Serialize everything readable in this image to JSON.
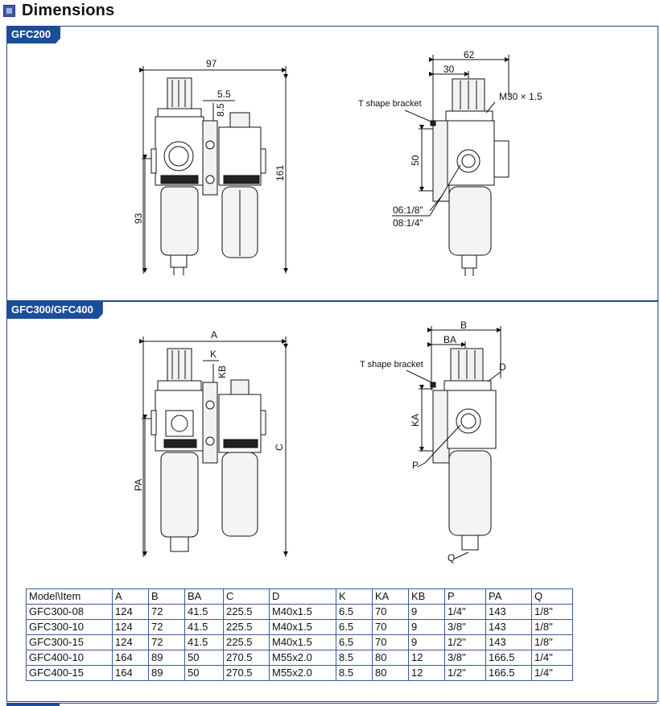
{
  "header": {
    "title": "Dimensions"
  },
  "sections": {
    "gfc200": {
      "label": "GFC200",
      "dims": {
        "width": "97",
        "k": "5.5",
        "kb": "8.5",
        "height": "161",
        "pa": "93",
        "side_b": "62",
        "side_ba": "30",
        "thread": "M30 × 1.5",
        "bracket": "T shape bracket",
        "ka": "50",
        "port1": "06:1/8\"",
        "port2": "08:1/4\""
      }
    },
    "gfc300": {
      "label": "GFC300/GFC400",
      "dims": {
        "width": "A",
        "k": "K",
        "kb": "KB",
        "height": "C",
        "pa": "PA",
        "side_b": "B",
        "side_ba": "BA",
        "thread": "D",
        "bracket": "T shape bracket",
        "ka": "KA",
        "p": "P",
        "q": "Q"
      }
    }
  },
  "table": {
    "headers": [
      "Model\\Item",
      "A",
      "B",
      "BA",
      "C",
      "D",
      "K",
      "KA",
      "KB",
      "P",
      "PA",
      "Q"
    ],
    "rows": [
      [
        "GFC300-08",
        "124",
        "72",
        "41.5",
        "225.5",
        "M40x1.5",
        "6.5",
        "70",
        "9",
        "1/4\"",
        "143",
        "1/8\""
      ],
      [
        "GFC300-10",
        "124",
        "72",
        "41.5",
        "225.5",
        "M40x1.5",
        "6.5",
        "70",
        "9",
        "3/8\"",
        "143",
        "1/8\""
      ],
      [
        "GFC300-15",
        "124",
        "72",
        "41.5",
        "225.5",
        "M40x1.5",
        "6.5",
        "70",
        "9",
        "1/2\"",
        "143",
        "1/8\""
      ],
      [
        "GFC400-10",
        "164",
        "89",
        "50",
        "270.5",
        "M55x2.0",
        "8.5",
        "80",
        "12",
        "3/8\"",
        "166.5",
        "1/4\""
      ],
      [
        "GFC400-15",
        "164",
        "89",
        "50",
        "270.5",
        "M55x2.0",
        "8.5",
        "80",
        "12",
        "1/2\"",
        "166.5",
        "1/4\""
      ]
    ]
  }
}
